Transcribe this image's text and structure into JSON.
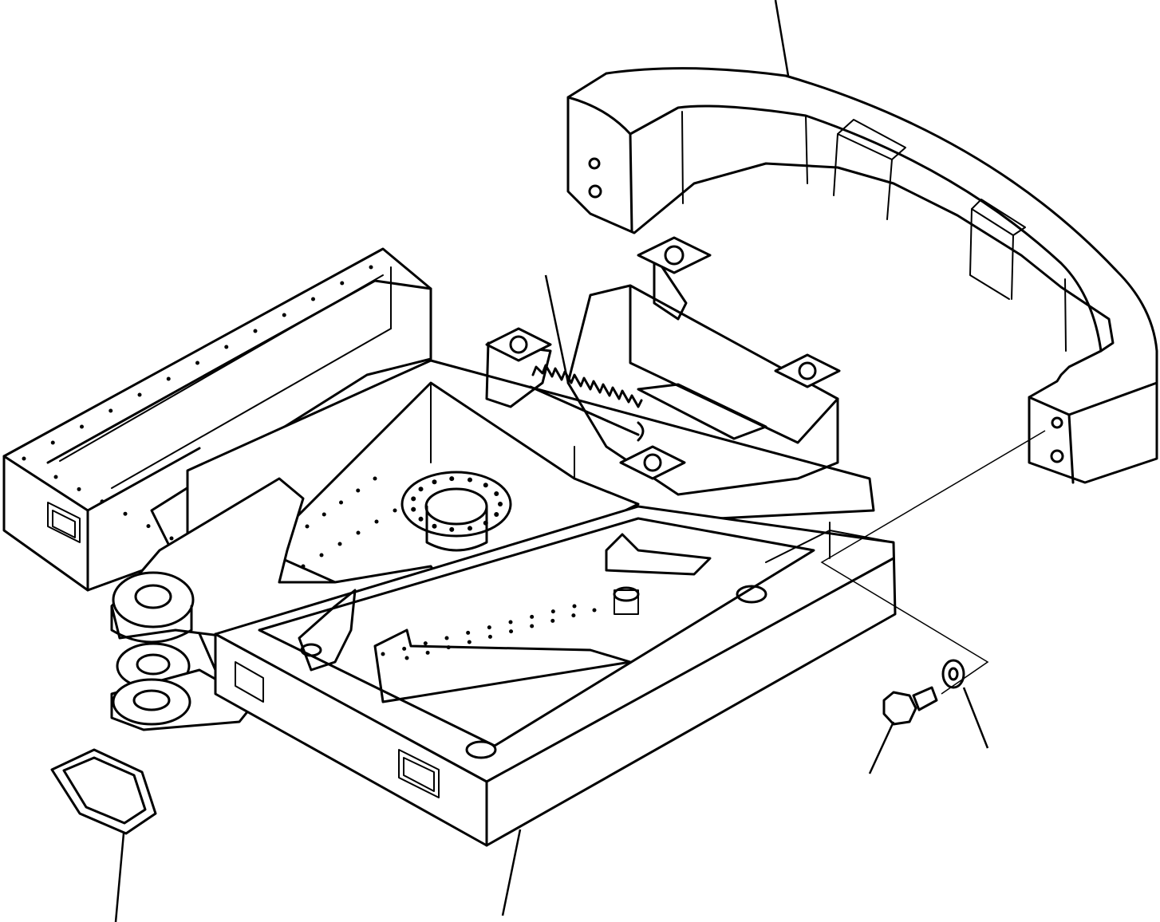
{
  "diagram": {
    "parts": [
      {
        "id": "counterweight",
        "label": ""
      },
      {
        "id": "spring",
        "label": ""
      },
      {
        "id": "bolt",
        "label": ""
      },
      {
        "id": "washer",
        "label": ""
      },
      {
        "id": "plug",
        "label": ""
      },
      {
        "id": "frame",
        "label": ""
      }
    ]
  }
}
